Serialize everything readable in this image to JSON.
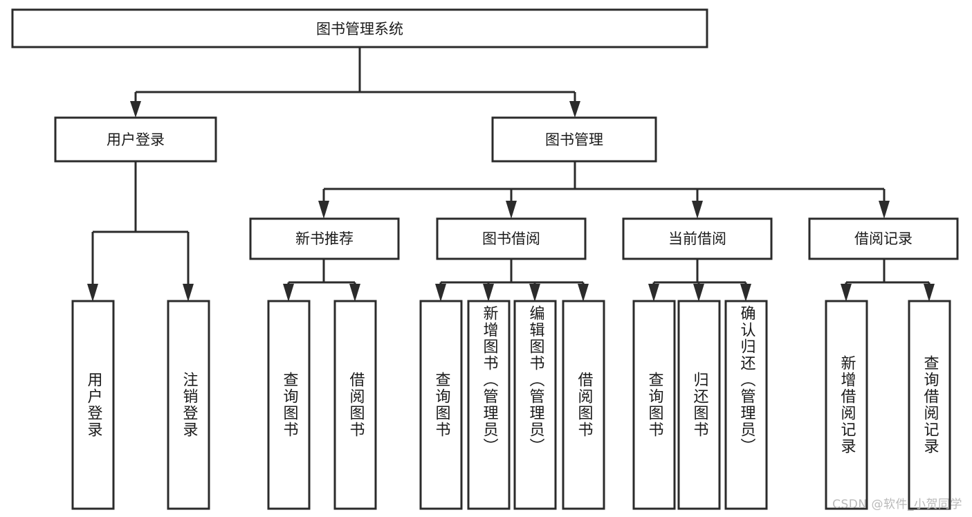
{
  "diagram": {
    "type": "tree",
    "title": "图书管理系统",
    "theme": {
      "box_fill": "#ffffff",
      "box_stroke": "#2b2b2b",
      "text_color": "#1a1a1a",
      "background": "#ffffff",
      "watermark_color": "#b9b9b9"
    },
    "root": {
      "label": "图书管理系统"
    },
    "level2": [
      {
        "label": "用户登录"
      },
      {
        "label": "图书管理"
      }
    ],
    "level3": [
      {
        "label": "新书推荐"
      },
      {
        "label": "图书借阅"
      },
      {
        "label": "当前借阅"
      },
      {
        "label": "借阅记录"
      }
    ],
    "leaves": {
      "user_login": [
        {
          "label": "用户登录"
        },
        {
          "label": "注销登录"
        }
      ],
      "new_book": [
        {
          "label": "查询图书"
        },
        {
          "label": "借阅图书"
        }
      ],
      "book_borrow": [
        {
          "label": "查询图书"
        },
        {
          "label": "新增图书（管理员）"
        },
        {
          "label": "编辑图书（管理员）"
        },
        {
          "label": "借阅图书"
        }
      ],
      "current_borrow": [
        {
          "label": "查询图书"
        },
        {
          "label": "归还图书"
        },
        {
          "label": "确认归还（管理员）"
        }
      ],
      "borrow_record": [
        {
          "label": "新增借阅记录"
        },
        {
          "label": "查询借阅记录"
        }
      ]
    }
  },
  "watermark": {
    "text": "CSDN @软件_小贺同学"
  }
}
